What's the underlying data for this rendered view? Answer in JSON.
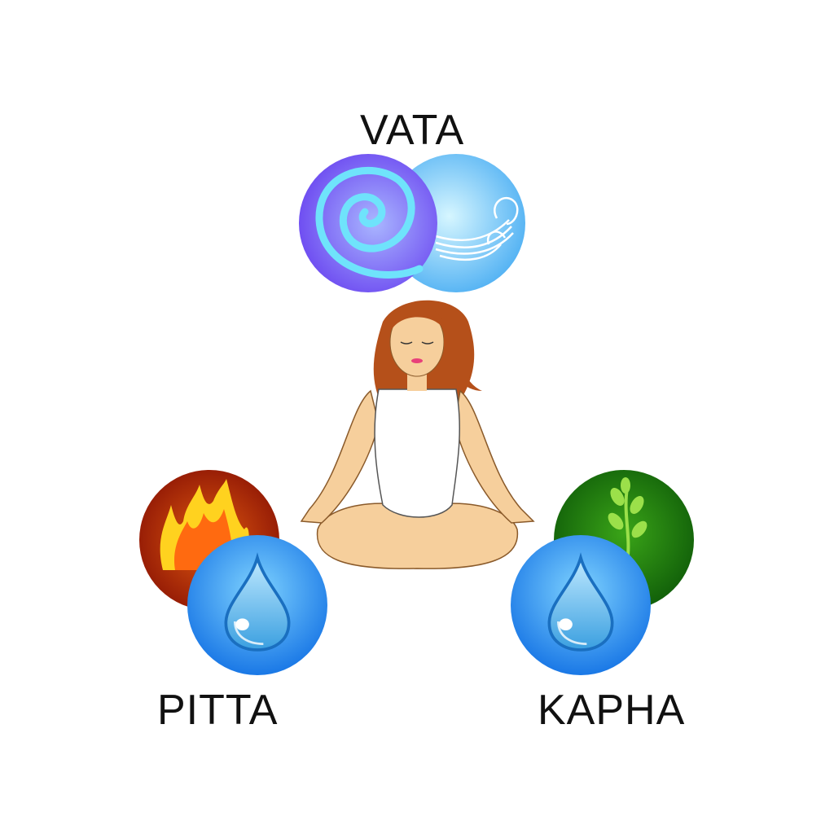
{
  "labels": {
    "vata": "VATA",
    "pitta": "PITTA",
    "kapha": "KAPHA"
  },
  "elements": {
    "vata": [
      "ether-icon",
      "air-icon"
    ],
    "pitta": [
      "fire-icon",
      "water-icon"
    ],
    "kapha": [
      "earth-icon",
      "water-icon"
    ]
  },
  "colors": {
    "ether": "#6b4cf5",
    "air": "#5ab8f5",
    "fire": "#9a1a06",
    "water": "#1e7fe8",
    "earth": "#1f7a10",
    "skin": "#f6cf9c",
    "hair": "#b5501a"
  }
}
